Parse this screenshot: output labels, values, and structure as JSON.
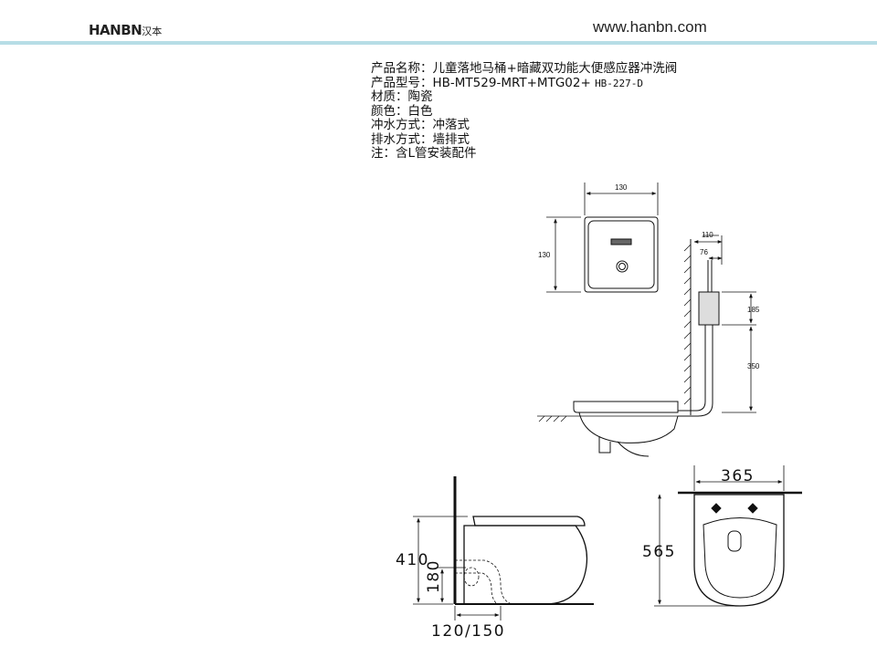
{
  "header": {
    "brand": "HANBN",
    "brand_cn": "汉本",
    "website": "www.hanbn.com"
  },
  "product": {
    "name_line": "产品名称：儿童落地马桶+暗藏双功能大便感应器冲洗阀",
    "model_label": "产品型号：",
    "model_value": "HB-MT529-MRT+MTG02+",
    "model_extra": "HB-227-D",
    "material": "材质：陶瓷",
    "color": "颜色：白色",
    "flush_method": "冲水方式：冲落式",
    "drain_method": "排水方式：墙排式",
    "note": "注：含L管安装配件"
  },
  "drawing_sensor": {
    "width": "130",
    "height": "130"
  },
  "drawing_side_install": {
    "dim_110": "110",
    "dim_76": "76",
    "dim_185": "185",
    "dim_350": "350"
  },
  "drawing_toilet_side": {
    "height": "410",
    "outlet_height": "180",
    "wall_offset": "120/150"
  },
  "drawing_toilet_top": {
    "width": "365",
    "length": "565"
  },
  "colors": {
    "header_rule": "#b7dde6",
    "line": "#111111"
  }
}
